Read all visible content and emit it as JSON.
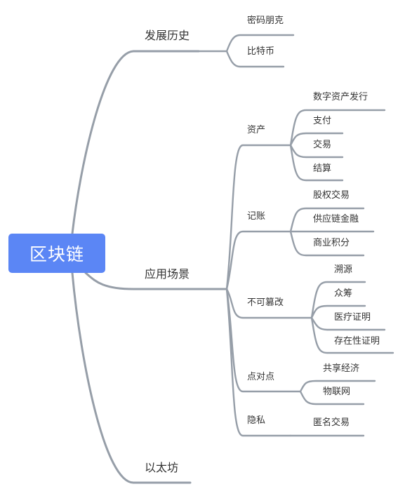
{
  "root": "区块链",
  "branches": [
    {
      "label": "发展历史",
      "children": [
        {
          "label": "密码朋克"
        },
        {
          "label": "比特币"
        }
      ]
    },
    {
      "label": "应用场景",
      "children": [
        {
          "label": "资产",
          "children": [
            "数字资产发行",
            "支付",
            "交易",
            "结算"
          ]
        },
        {
          "label": "记账",
          "children": [
            "股权交易",
            "供应链金融",
            "商业积分"
          ]
        },
        {
          "label": "不可篡改",
          "children": [
            "溯源",
            "众筹",
            "医疗证明",
            "存在性证明"
          ]
        },
        {
          "label": "点对点",
          "children": [
            "共享经济",
            "物联网"
          ]
        },
        {
          "label": "隐私",
          "children": [
            "匿名交易"
          ]
        }
      ]
    },
    {
      "label": "以太坊"
    }
  ],
  "colors": {
    "root_fill": "#5b86f5",
    "connector": "#969ea8",
    "text": "#333333"
  }
}
